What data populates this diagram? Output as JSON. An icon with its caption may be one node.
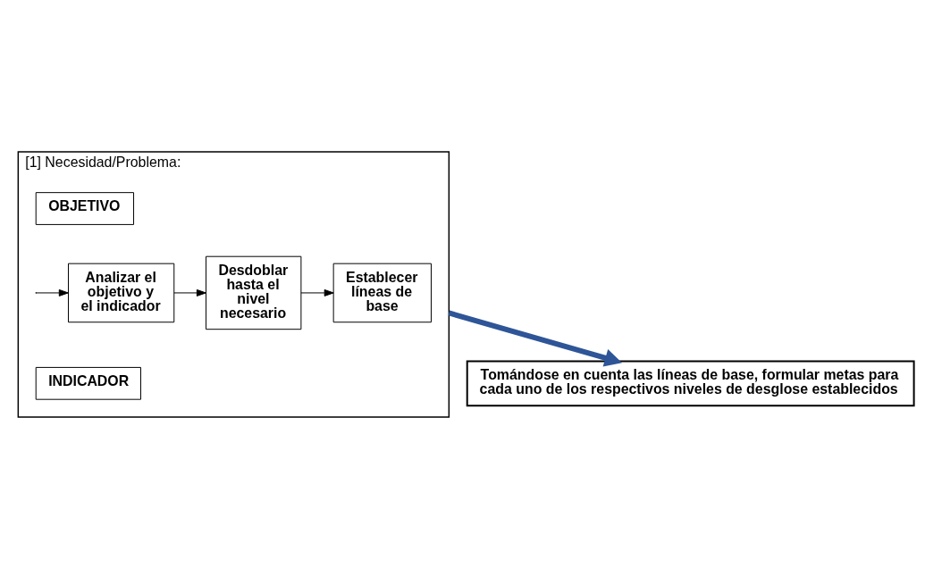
{
  "diagram": {
    "nodes": [
      {
        "text": [
          "[1] Necesidad/Problema:"
        ]
      },
      {
        "text": [
          "OBJETIVO"
        ],
        "in": 0
      },
      {
        "text": [
          "INDICADOR"
        ],
        "in": 0
      },
      {
        "text": [
          "Analizar el objetivo y el indicador"
        ],
        "in": 0
      },
      {
        "text": [
          "Desdoblar hasta el nivel necesario"
        ],
        "in": 0
      },
      {
        "text": [
          "Establecer líneas de base"
        ],
        "in": 0
      },
      {
        "text": [
          "Tomándose en cuenta las líneas de base, formular metas para cada uno de los respectivos niveles de desglose establecidos"
        ]
      }
    ],
    "edges": [
      {
        "from": null,
        "to": 3,
        "arrow": "to"
      },
      {
        "from": 3,
        "to": 4,
        "arrow": "to"
      },
      {
        "from": 4,
        "to": 5,
        "arrow": "to"
      },
      {
        "from": 0,
        "to": 6,
        "arrow": "to",
        "style": "thick",
        "color": "#2e5597"
      }
    ]
  }
}
